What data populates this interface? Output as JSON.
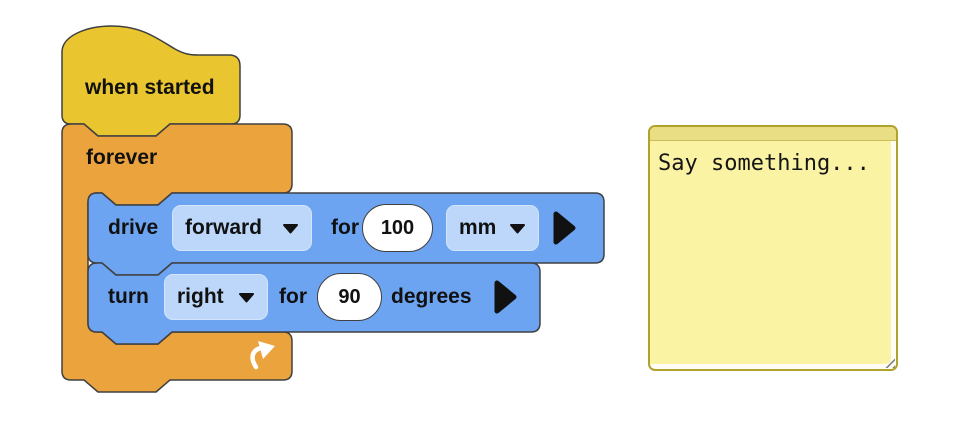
{
  "colors": {
    "hat_fill": "#E9C62F",
    "c_block_fill": "#EBA33D",
    "action_block_fill": "#6CA4F1",
    "dropdown_fill": "#BCD7FA",
    "input_fill": "#FFFFFF",
    "block_outline": "#404040",
    "comment_body": "#FAF3A3",
    "comment_strip": "#E9DE83",
    "comment_border": "#AFA32B"
  },
  "script": {
    "when_started": {
      "label": "when started"
    },
    "forever": {
      "label": "forever"
    },
    "drive": {
      "verb": "drive",
      "direction": "forward",
      "preposition": "for",
      "distance": "100",
      "unit": "mm"
    },
    "turn": {
      "verb": "turn",
      "direction": "right",
      "preposition": "for",
      "angle": "90",
      "unit_label": "degrees"
    }
  },
  "comment": {
    "text": "Say something..."
  },
  "icons": {
    "dropdown_caret": "caret-down black triangle",
    "expand_arrow": "right-pointing black triangle",
    "loop_arrow": "white curved repeat arrow",
    "resize_handle": "diagonal grip lines"
  }
}
